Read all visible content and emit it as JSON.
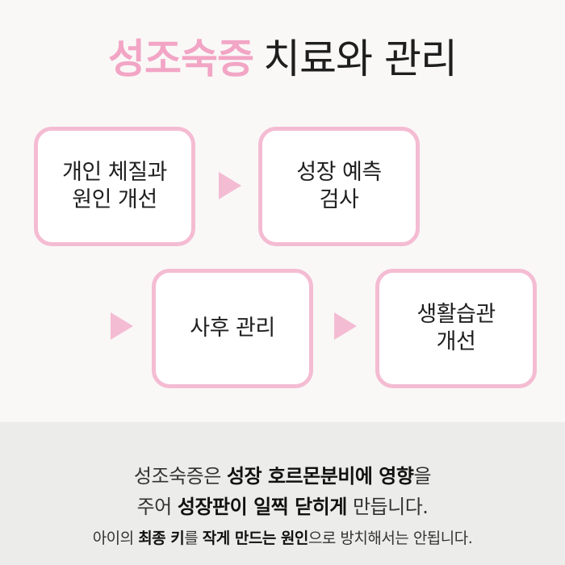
{
  "title": {
    "accent": "성조숙증",
    "rest": "치료와 관리"
  },
  "steps": [
    {
      "label": "개인 체질과\n원인 개선"
    },
    {
      "label": "성장 예측\n검사"
    },
    {
      "label": "사후 관리"
    },
    {
      "label": "생활습관\n개선"
    }
  ],
  "description": {
    "line1": {
      "a": "성조숙증은 ",
      "b": "성장 호르몬분비에 영향",
      "c": "을"
    },
    "line2": {
      "a": "주어 ",
      "b": "성장판이 일찍 닫히게",
      "c": " 만듭니다."
    },
    "line3": {
      "a": "아이의 ",
      "b": "최종 키",
      "c": "를 ",
      "d": "작게 만드는 원인",
      "e": "으로 방치해서는 안됩니다."
    }
  },
  "colors": {
    "accent": "#f2a5c5",
    "box_border": "#f4bcd3",
    "band": "#ecedea",
    "background": "#f9f8f7"
  },
  "icons": [
    "arrow-right-icon",
    "arrow-right-icon",
    "arrow-right-icon"
  ]
}
